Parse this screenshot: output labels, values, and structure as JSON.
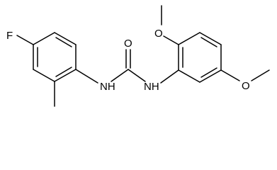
{
  "molecule": {
    "atoms": {
      "fluorine": "F",
      "nh_left": "NH",
      "nh_right": "NH",
      "carbonyl_oxygen": "O",
      "methoxy_top_oxygen": "O",
      "methoxy_bottom_oxygen": "O"
    }
  }
}
